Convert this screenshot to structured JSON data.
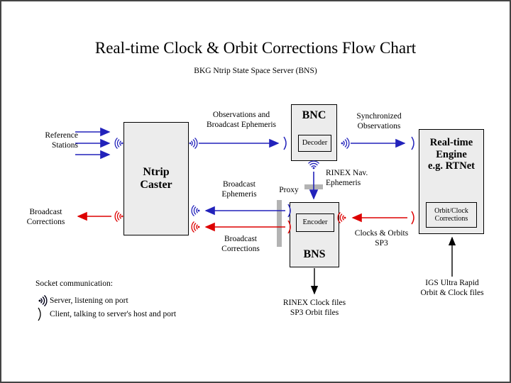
{
  "page": {
    "title": "Real-time Clock & Orbit Corrections Flow Chart",
    "subtitle": "BKG Ntrip State Space Server  (BNS)",
    "border_color": "#444444",
    "background": "#ffffff"
  },
  "colors": {
    "blue": "#2222bb",
    "red": "#dd0000",
    "box_fill": "#ececec",
    "box_stroke": "#000000",
    "proxy_gray": "#b3b3b3"
  },
  "boxes": {
    "ntrip_caster": {
      "title": "Ntrip\nCaster",
      "line1": "Ntrip",
      "line2": "Caster"
    },
    "bnc": {
      "title": "BNC",
      "inner": "Decoder"
    },
    "bns": {
      "title": "BNS",
      "inner": "Encoder"
    },
    "rte": {
      "line1": "Real-time",
      "line2": "Engine",
      "line3": "e.g. RTNet",
      "inner_line1": "Orbit/Clock",
      "inner_line2": "Corrections"
    }
  },
  "labels": {
    "reference_stations": {
      "line1": "Reference",
      "line2": "Stations"
    },
    "broadcast_corrections_left": {
      "line1": "Broadcast",
      "line2": "Corrections"
    },
    "observations_broadcast_eph": {
      "line1": "Observations and",
      "line2": "Broadcast Ephemeris"
    },
    "synchronized_observations": {
      "line1": "Synchronized",
      "line2": "Observations"
    },
    "rinex_nav_ephemeris": {
      "line1": "RINEX Nav.",
      "line2": "Ephemeris"
    },
    "broadcast_ephemeris": {
      "line1": "Broadcast",
      "line2": "Ephemeris"
    },
    "broadcast_corrections_center": {
      "line1": "Broadcast",
      "line2": "Corrections"
    },
    "proxy": "Proxy",
    "clocks_orbits_sp3": {
      "line1": "Clocks & Orbits",
      "line2": "SP3"
    },
    "rinex_clock_sp3_files": {
      "line1": "RINEX Clock files",
      "line2": "SP3 Orbit files"
    },
    "igs_ultra_rapid": {
      "line1": "IGS Ultra Rapid",
      "line2": "Orbit & Clock files"
    }
  },
  "legend": {
    "heading": "Socket communication:",
    "server_text": "Server, listening on port",
    "client_text": "Client, talking to server's host and port",
    "server_icon": "socket-server-icon",
    "client_icon": "socket-client-icon"
  }
}
